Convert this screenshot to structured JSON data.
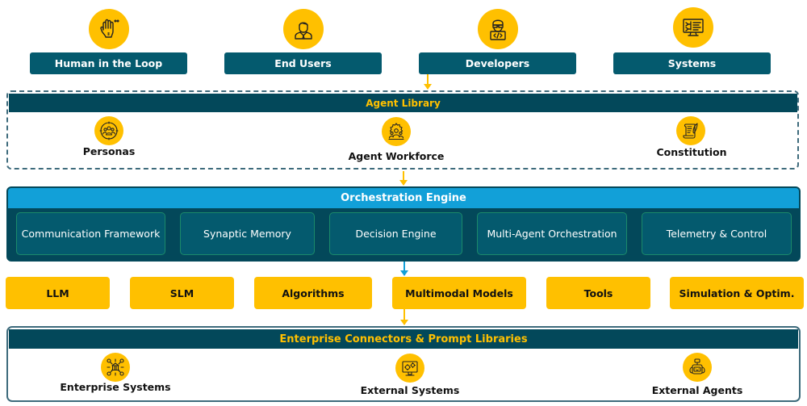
{
  "colors": {
    "accent_yellow": "#FFC000",
    "dark_teal": "#03485A",
    "teal_label": "#045A6E",
    "sky_blue": "#12A0D8",
    "cell_border_green": "#1B8A6A"
  },
  "actors": [
    {
      "label": "Human in the Loop",
      "icon": "raised-hand-icon"
    },
    {
      "label": "End Users",
      "icon": "user-icon"
    },
    {
      "label": "Developers",
      "icon": "developer-laptop-icon"
    },
    {
      "label": "Systems",
      "icon": "computer-monitor-icon"
    }
  ],
  "agent_library": {
    "title": "Agent Library",
    "items": [
      {
        "label": "Personas",
        "icon": "group-target-icon"
      },
      {
        "label": "Agent Workforce",
        "icon": "gear-people-icon"
      },
      {
        "label": "Constitution",
        "icon": "scroll-quill-icon"
      }
    ]
  },
  "orchestration_engine": {
    "title": "Orchestration Engine",
    "components": [
      "Communication Framework",
      "Synaptic Memory",
      "Decision Engine",
      "Multi-Agent Orchestration",
      "Telemetry & Control"
    ]
  },
  "models": [
    "LLM",
    "SLM",
    "Algorithms",
    "Multimodal Models",
    "Tools",
    "Simulation & Optim."
  ],
  "enterprise_connectors": {
    "title": "Enterprise Connectors & Prompt Libraries",
    "items": [
      {
        "label": "Enterprise Systems",
        "icon": "network-building-icon"
      },
      {
        "label": "External Systems",
        "icon": "monitor-gears-icon"
      },
      {
        "label": "External Agents",
        "icon": "robot-icon"
      }
    ]
  }
}
